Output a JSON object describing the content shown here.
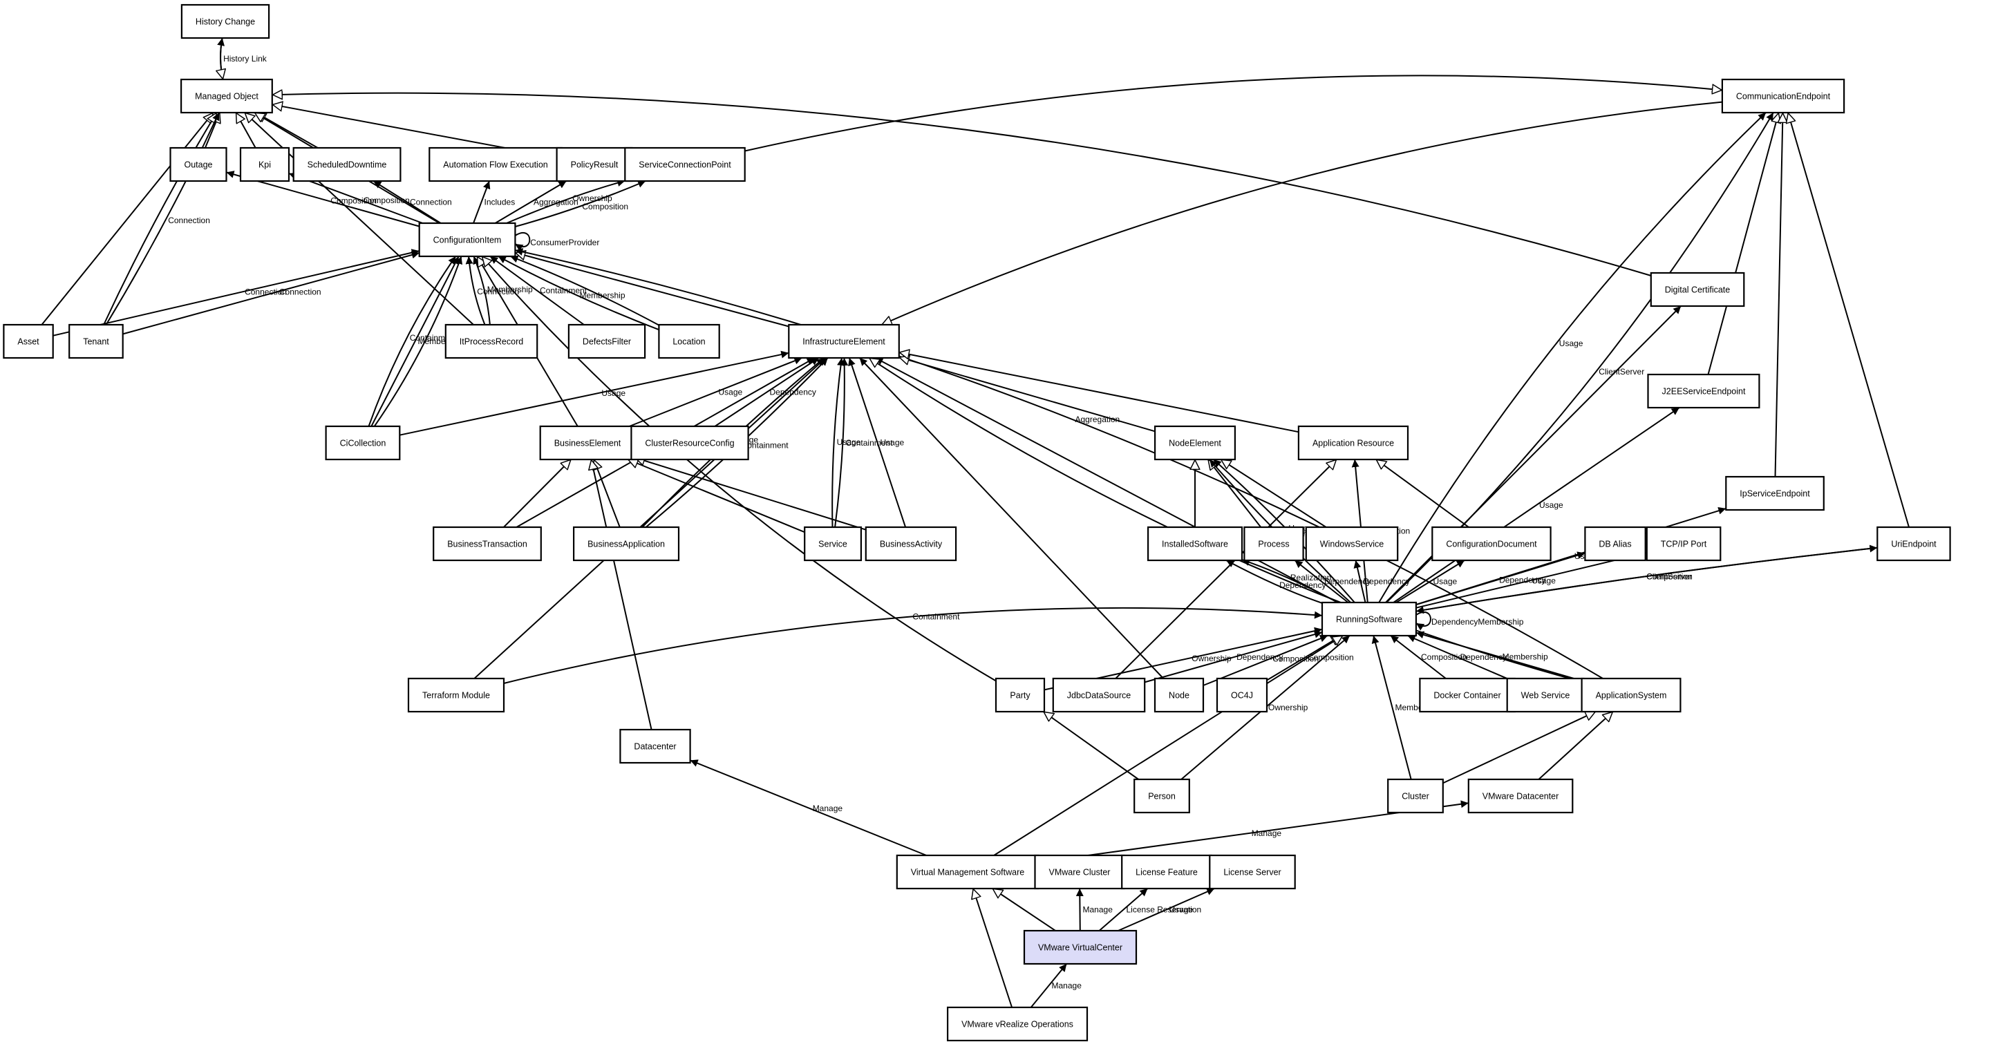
{
  "nodes": [
    {
      "id": "history_change",
      "label": "History Change"
    },
    {
      "id": "managed_object",
      "label": "Managed Object"
    },
    {
      "id": "communication_endpoint",
      "label": "CommunicationEndpoint"
    },
    {
      "id": "outage",
      "label": "Outage"
    },
    {
      "id": "kpi",
      "label": "Kpi"
    },
    {
      "id": "scheduled_downtime",
      "label": "ScheduledDowntime"
    },
    {
      "id": "automation_flow_execution",
      "label": "Automation Flow Execution"
    },
    {
      "id": "policy_result",
      "label": "PolicyResult"
    },
    {
      "id": "service_connection_point",
      "label": "ServiceConnectionPoint"
    },
    {
      "id": "configuration_item",
      "label": "ConfigurationItem"
    },
    {
      "id": "digital_certificate",
      "label": "Digital Certificate"
    },
    {
      "id": "asset",
      "label": "Asset"
    },
    {
      "id": "tenant",
      "label": "Tenant"
    },
    {
      "id": "it_process_record",
      "label": "ItProcessRecord"
    },
    {
      "id": "defects_filter",
      "label": "DefectsFilter"
    },
    {
      "id": "location",
      "label": "Location"
    },
    {
      "id": "infrastructure_element",
      "label": "InfrastructureElement"
    },
    {
      "id": "j2ee_service_endpoint",
      "label": "J2EEServiceEndpoint"
    },
    {
      "id": "ci_collection",
      "label": "CiCollection"
    },
    {
      "id": "business_element",
      "label": "BusinessElement"
    },
    {
      "id": "cluster_resource_config",
      "label": "ClusterResourceConfig"
    },
    {
      "id": "node_element",
      "label": "NodeElement"
    },
    {
      "id": "application_resource",
      "label": "Application Resource"
    },
    {
      "id": "ip_service_endpoint",
      "label": "IpServiceEndpoint"
    },
    {
      "id": "business_transaction",
      "label": "BusinessTransaction"
    },
    {
      "id": "business_application",
      "label": "BusinessApplication"
    },
    {
      "id": "service",
      "label": "Service"
    },
    {
      "id": "business_activity",
      "label": "BusinessActivity"
    },
    {
      "id": "installed_software",
      "label": "InstalledSoftware"
    },
    {
      "id": "process",
      "label": "Process"
    },
    {
      "id": "windows_service",
      "label": "WindowsService"
    },
    {
      "id": "configuration_document",
      "label": "ConfigurationDocument"
    },
    {
      "id": "db_alias",
      "label": "DB Alias"
    },
    {
      "id": "tcpip_port",
      "label": "TCP/IP Port"
    },
    {
      "id": "uri_endpoint",
      "label": "UriEndpoint"
    },
    {
      "id": "running_software",
      "label": "RunningSoftware"
    },
    {
      "id": "terraform_module",
      "label": "Terraform Module"
    },
    {
      "id": "party",
      "label": "Party"
    },
    {
      "id": "jdbc_data_source",
      "label": "JdbcDataSource"
    },
    {
      "id": "node",
      "label": "Node"
    },
    {
      "id": "oc4j",
      "label": "OC4J"
    },
    {
      "id": "docker_container",
      "label": "Docker Container"
    },
    {
      "id": "web_service",
      "label": "Web Service"
    },
    {
      "id": "application_system",
      "label": "ApplicationSystem"
    },
    {
      "id": "datacenter",
      "label": "Datacenter"
    },
    {
      "id": "person",
      "label": "Person"
    },
    {
      "id": "cluster",
      "label": "Cluster"
    },
    {
      "id": "vmware_datacenter",
      "label": "VMware Datacenter"
    },
    {
      "id": "virtual_management_software",
      "label": "Virtual Management Software"
    },
    {
      "id": "vmware_cluster",
      "label": "VMware Cluster"
    },
    {
      "id": "license_feature",
      "label": "License Feature"
    },
    {
      "id": "license_server",
      "label": "License Server"
    },
    {
      "id": "vmware_virtualcenter",
      "label": "VMware VirtualCenter",
      "highlight": true
    },
    {
      "id": "vmware_vrealize_operations",
      "label": "VMware vRealize Operations"
    }
  ],
  "edges": [
    {
      "from": "managed_object",
      "to": "history_change",
      "label": "",
      "arrow": "filled"
    },
    {
      "from": "history_change",
      "to": "managed_object",
      "label": "History Link",
      "arrow": "hollow"
    },
    {
      "from": "outage",
      "to": "managed_object",
      "label": "",
      "arrow": "hollow"
    },
    {
      "from": "kpi",
      "to": "managed_object",
      "label": "",
      "arrow": "hollow"
    },
    {
      "from": "scheduled_downtime",
      "to": "managed_object",
      "label": "",
      "arrow": "hollow"
    },
    {
      "from": "configuration_item",
      "to": "managed_object",
      "label": "",
      "arrow": "hollow"
    },
    {
      "from": "policy_result",
      "to": "managed_object",
      "label": "",
      "arrow": "hollow"
    },
    {
      "from": "digital_certificate",
      "to": "managed_object",
      "label": "",
      "arrow": "hollow"
    },
    {
      "from": "asset",
      "to": "managed_object",
      "label": "",
      "arrow": "hollow"
    },
    {
      "from": "tenant",
      "to": "managed_object",
      "label": "",
      "arrow": "hollow"
    },
    {
      "from": "tenant",
      "to": "managed_object",
      "label": "Connection",
      "arrow": "filled"
    },
    {
      "from": "it_process_record",
      "to": "managed_object",
      "label": "",
      "arrow": "hollow"
    },
    {
      "from": "service_connection_point",
      "to": "communication_endpoint",
      "label": "",
      "arrow": "hollow"
    },
    {
      "from": "communication_endpoint",
      "to": "infrastructure_element",
      "label": "",
      "arrow": "hollow"
    },
    {
      "from": "configuration_item",
      "to": "outage",
      "label": "Composition",
      "arrow": "filled"
    },
    {
      "from": "configuration_item",
      "to": "kpi",
      "label": "Composition",
      "arrow": "filled"
    },
    {
      "from": "configuration_item",
      "to": "scheduled_downtime",
      "label": "Connection",
      "arrow": "filled"
    },
    {
      "from": "configuration_item",
      "to": "automation_flow_execution",
      "label": "Includes",
      "arrow": "filled"
    },
    {
      "from": "configuration_item",
      "to": "policy_result",
      "label": "Aggregation",
      "arrow": "filled"
    },
    {
      "from": "configuration_item",
      "to": "service_connection_point",
      "label": "Ownership",
      "arrow": "filled"
    },
    {
      "from": "configuration_item",
      "to": "service_connection_point",
      "label": "Composition",
      "arrow": "filled"
    },
    {
      "from": "configuration_item",
      "to": "configuration_item",
      "label": "ConsumerProvider",
      "arrow": "filled"
    },
    {
      "from": "asset",
      "to": "configuration_item",
      "label": "Connection",
      "arrow": "filled"
    },
    {
      "from": "tenant",
      "to": "configuration_item",
      "label": "Connection",
      "arrow": "filled"
    },
    {
      "from": "it_process_record",
      "to": "configuration_item",
      "label": "Connection",
      "arrow": "filled"
    },
    {
      "from": "it_process_record",
      "to": "configuration_item",
      "label": "Membership",
      "arrow": "filled"
    },
    {
      "from": "defects_filter",
      "to": "configuration_item",
      "label": "Containment",
      "arrow": "filled"
    },
    {
      "from": "location",
      "to": "configuration_item",
      "label": "Membership",
      "arrow": "filled"
    },
    {
      "from": "location",
      "to": "configuration_item",
      "label": "",
      "arrow": "filled"
    },
    {
      "from": "ci_collection",
      "to": "configuration_item",
      "label": "Containment",
      "arrow": "filled"
    },
    {
      "from": "ci_collection",
      "to": "configuration_item",
      "label": "Membership",
      "arrow": "filled"
    },
    {
      "from": "ci_collection",
      "to": "configuration_item",
      "label": "",
      "arrow": "filled"
    },
    {
      "from": "business_element",
      "to": "configuration_item",
      "label": "",
      "arrow": "hollow"
    },
    {
      "from": "infrastructure_element",
      "to": "configuration_item",
      "label": "",
      "arrow": "hollow"
    },
    {
      "from": "party",
      "to": "configuration_item",
      "label": "",
      "arrow": "hollow"
    },
    {
      "from": "application_system",
      "to": "configuration_item",
      "label": "Aggregation",
      "arrow": "filled"
    },
    {
      "from": "ci_collection",
      "to": "infrastructure_element",
      "label": "Usage",
      "arrow": "filled"
    },
    {
      "from": "terraform_module",
      "to": "infrastructure_element",
      "label": "",
      "arrow": "filled"
    },
    {
      "from": "business_transaction",
      "to": "infrastructure_element",
      "label": "Usage",
      "arrow": "filled"
    },
    {
      "from": "business_application",
      "to": "infrastructure_element",
      "label": "Usage",
      "arrow": "filled"
    },
    {
      "from": "business_element",
      "to": "infrastructure_element",
      "label": "Usage",
      "arrow": "filled"
    },
    {
      "from": "cluster_resource_config",
      "to": "infrastructure_element",
      "label": "Dependency",
      "arrow": "filled"
    },
    {
      "from": "business_application",
      "to": "infrastructure_element",
      "label": "Containment",
      "arrow": "filled"
    },
    {
      "from": "service",
      "to": "infrastructure_element",
      "label": "Usage",
      "arrow": "filled"
    },
    {
      "from": "service",
      "to": "infrastructure_element",
      "label": "Containment",
      "arrow": "filled"
    },
    {
      "from": "business_activity",
      "to": "infrastructure_element",
      "label": "Usage",
      "arrow": "filled"
    },
    {
      "from": "node",
      "to": "infrastructure_element",
      "label": "",
      "arrow": "filled"
    },
    {
      "from": "running_software",
      "to": "infrastructure_element",
      "label": "",
      "arrow": "filled"
    },
    {
      "from": "node_element",
      "to": "infrastructure_element",
      "label": "",
      "arrow": "hollow"
    },
    {
      "from": "application_resource",
      "to": "infrastructure_element",
      "label": "",
      "arrow": "hollow"
    },
    {
      "from": "application_system",
      "to": "infrastructure_element",
      "label": "",
      "arrow": "hollow"
    },
    {
      "from": "business_transaction",
      "to": "business_element",
      "label": "",
      "arrow": "hollow"
    },
    {
      "from": "business_application",
      "to": "business_element",
      "label": "",
      "arrow": "hollow"
    },
    {
      "from": "service",
      "to": "business_element",
      "label": "",
      "arrow": "hollow"
    },
    {
      "from": "business_activity",
      "to": "business_element",
      "label": "",
      "arrow": "hollow"
    },
    {
      "from": "datacenter",
      "to": "business_element",
      "label": "",
      "arrow": "hollow"
    },
    {
      "from": "installed_software",
      "to": "node_element",
      "label": "",
      "arrow": "hollow"
    },
    {
      "from": "process",
      "to": "node_element",
      "label": "",
      "arrow": "hollow"
    },
    {
      "from": "windows_service",
      "to": "node_element",
      "label": "",
      "arrow": "hollow"
    },
    {
      "from": "running_software",
      "to": "node_element",
      "label": "Usage",
      "arrow": "filled"
    },
    {
      "from": "running_software",
      "to": "node_element",
      "label": "Usage",
      "arrow": "filled"
    },
    {
      "from": "jdbc_data_source",
      "to": "application_resource",
      "label": "",
      "arrow": "hollow"
    },
    {
      "from": "configuration_document",
      "to": "application_resource",
      "label": "",
      "arrow": "hollow"
    },
    {
      "from": "running_software",
      "to": "application_resource",
      "label": "Composition",
      "arrow": "filled"
    },
    {
      "from": "running_software",
      "to": "installed_software",
      "label": "Dependency",
      "arrow": "filled"
    },
    {
      "from": "running_software",
      "to": "installed_software",
      "label": "Realization",
      "arrow": "filled"
    },
    {
      "from": "running_software",
      "to": "process",
      "label": "Dependency",
      "arrow": "filled"
    },
    {
      "from": "running_software",
      "to": "windows_service",
      "label": "Dependency",
      "arrow": "filled"
    },
    {
      "from": "running_software",
      "to": "configuration_document",
      "label": "Usage",
      "arrow": "filled"
    },
    {
      "from": "running_software",
      "to": "db_alias",
      "label": "Dependency",
      "arrow": "filled"
    },
    {
      "from": "running_software",
      "to": "tcpip_port",
      "label": "Usage",
      "arrow": "filled"
    },
    {
      "from": "running_software",
      "to": "j2ee_service_endpoint",
      "label": "Usage",
      "arrow": "filled"
    },
    {
      "from": "running_software",
      "to": "ip_service_endpoint",
      "label": "Usage",
      "arrow": "filled"
    },
    {
      "from": "running_software",
      "to": "uri_endpoint",
      "label": "Composition",
      "arrow": "filled"
    },
    {
      "from": "uri_endpoint",
      "to": "running_software",
      "label": "ClientServer",
      "arrow": "filled"
    },
    {
      "from": "running_software",
      "to": "communication_endpoint",
      "label": "ClientServer",
      "arrow": "filled"
    },
    {
      "from": "running_software",
      "to": "communication_endpoint",
      "label": "Usage",
      "arrow": "filled"
    },
    {
      "from": "running_software",
      "to": "digital_certificate",
      "label": "",
      "arrow": "filled"
    },
    {
      "from": "running_software",
      "to": "running_software",
      "label": "DependencyMembership",
      "arrow": "filled"
    },
    {
      "from": "j2ee_service_endpoint",
      "to": "communication_endpoint",
      "label": "",
      "arrow": "hollow"
    },
    {
      "from": "ip_service_endpoint",
      "to": "communication_endpoint",
      "label": "",
      "arrow": "hollow"
    },
    {
      "from": "uri_endpoint",
      "to": "communication_endpoint",
      "label": "",
      "arrow": "hollow"
    },
    {
      "from": "terraform_module",
      "to": "running_software",
      "label": "Containment",
      "arrow": "filled"
    },
    {
      "from": "party",
      "to": "running_software",
      "label": "Ownership",
      "arrow": "filled"
    },
    {
      "from": "jdbc_data_source",
      "to": "running_software",
      "label": "Dependency",
      "arrow": "filled"
    },
    {
      "from": "node",
      "to": "running_software",
      "label": "Composition",
      "arrow": "filled"
    },
    {
      "from": "oc4j",
      "to": "running_software",
      "label": "Composition",
      "arrow": "hollow"
    },
    {
      "from": "docker_container",
      "to": "running_software",
      "label": "Composition",
      "arrow": "filled"
    },
    {
      "from": "web_service",
      "to": "running_software",
      "label": "Dependency",
      "arrow": "filled"
    },
    {
      "from": "application_system",
      "to": "running_software",
      "label": "Membership",
      "arrow": "filled"
    },
    {
      "from": "person",
      "to": "running_software",
      "label": "Ownership",
      "arrow": "filled"
    },
    {
      "from": "cluster",
      "to": "running_software",
      "label": "Membership",
      "arrow": "filled"
    },
    {
      "from": "virtual_management_software",
      "to": "running_software",
      "label": "",
      "arrow": "hollow"
    },
    {
      "from": "person",
      "to": "party",
      "label": "",
      "arrow": "hollow"
    },
    {
      "from": "cluster",
      "to": "application_system",
      "label": "",
      "arrow": "hollow"
    },
    {
      "from": "vmware_datacenter",
      "to": "application_system",
      "label": "",
      "arrow": "hollow"
    },
    {
      "from": "virtual_management_software",
      "to": "datacenter",
      "label": "Manage",
      "arrow": "filled"
    },
    {
      "from": "virtual_management_software",
      "to": "vmware_datacenter",
      "label": "Manage",
      "arrow": "filled"
    },
    {
      "from": "vmware_virtualcenter",
      "to": "virtual_management_software",
      "label": "",
      "arrow": "hollow"
    },
    {
      "from": "vmware_virtualcenter",
      "to": "vmware_cluster",
      "label": "Manage",
      "arrow": "filled"
    },
    {
      "from": "vmware_virtualcenter",
      "to": "license_feature",
      "label": "License Reservation",
      "arrow": "filled"
    },
    {
      "from": "vmware_virtualcenter",
      "to": "license_server",
      "label": "Usage",
      "arrow": "filled"
    },
    {
      "from": "vmware_vrealize_operations",
      "to": "vmware_virtualcenter",
      "label": "Manage",
      "arrow": "filled"
    },
    {
      "from": "vmware_vrealize_operations",
      "to": "virtual_management_software",
      "label": "",
      "arrow": "hollow"
    }
  ]
}
